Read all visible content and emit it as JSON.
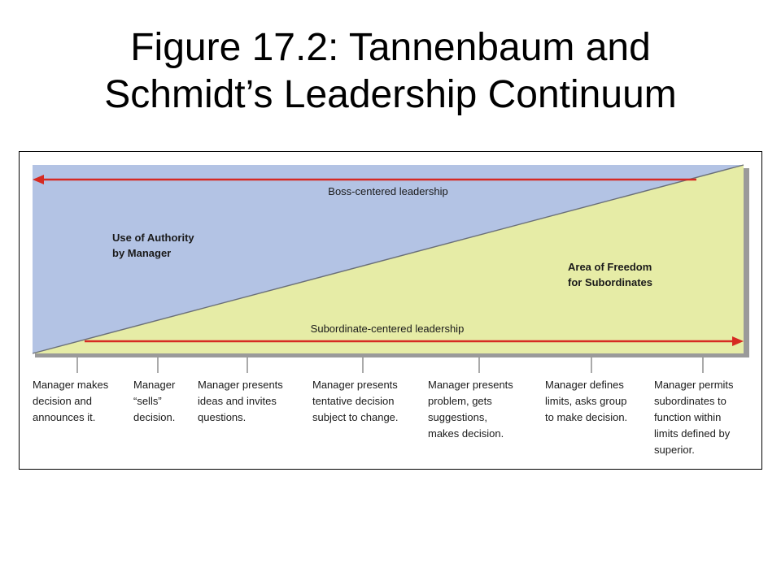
{
  "title": {
    "line1": "Figure 17.2:  Tannenbaum and",
    "line2": "Schmidt’s Leadership Continuum"
  },
  "diagram": {
    "boss_arrow_label": "Boss-centered leadership",
    "sub_arrow_label": "Subordinate-centered leadership",
    "authority_label": [
      "Use of Authority",
      "by Manager"
    ],
    "freedom_label": [
      "Area of Freedom",
      "for Subordinates"
    ],
    "colors": {
      "authority": "#b3c3e4",
      "freedom": "#e6eca6",
      "arrow": "#d62a22",
      "shadow": "#9a9a9a"
    },
    "behaviors": [
      [
        "Manager makes",
        "decision and",
        "announces it."
      ],
      [
        "Manager",
        "“sells”",
        "decision."
      ],
      [
        "Manager presents",
        "ideas and invites",
        "questions."
      ],
      [
        "Manager presents",
        "tentative decision",
        "subject to change."
      ],
      [
        "Manager presents",
        "problem, gets",
        "suggestions,",
        "makes decision."
      ],
      [
        "Manager defines",
        "limits, asks group",
        "to make decision."
      ],
      [
        "Manager permits",
        "subordinates to",
        "function within",
        "limits defined by",
        "superior."
      ]
    ]
  }
}
